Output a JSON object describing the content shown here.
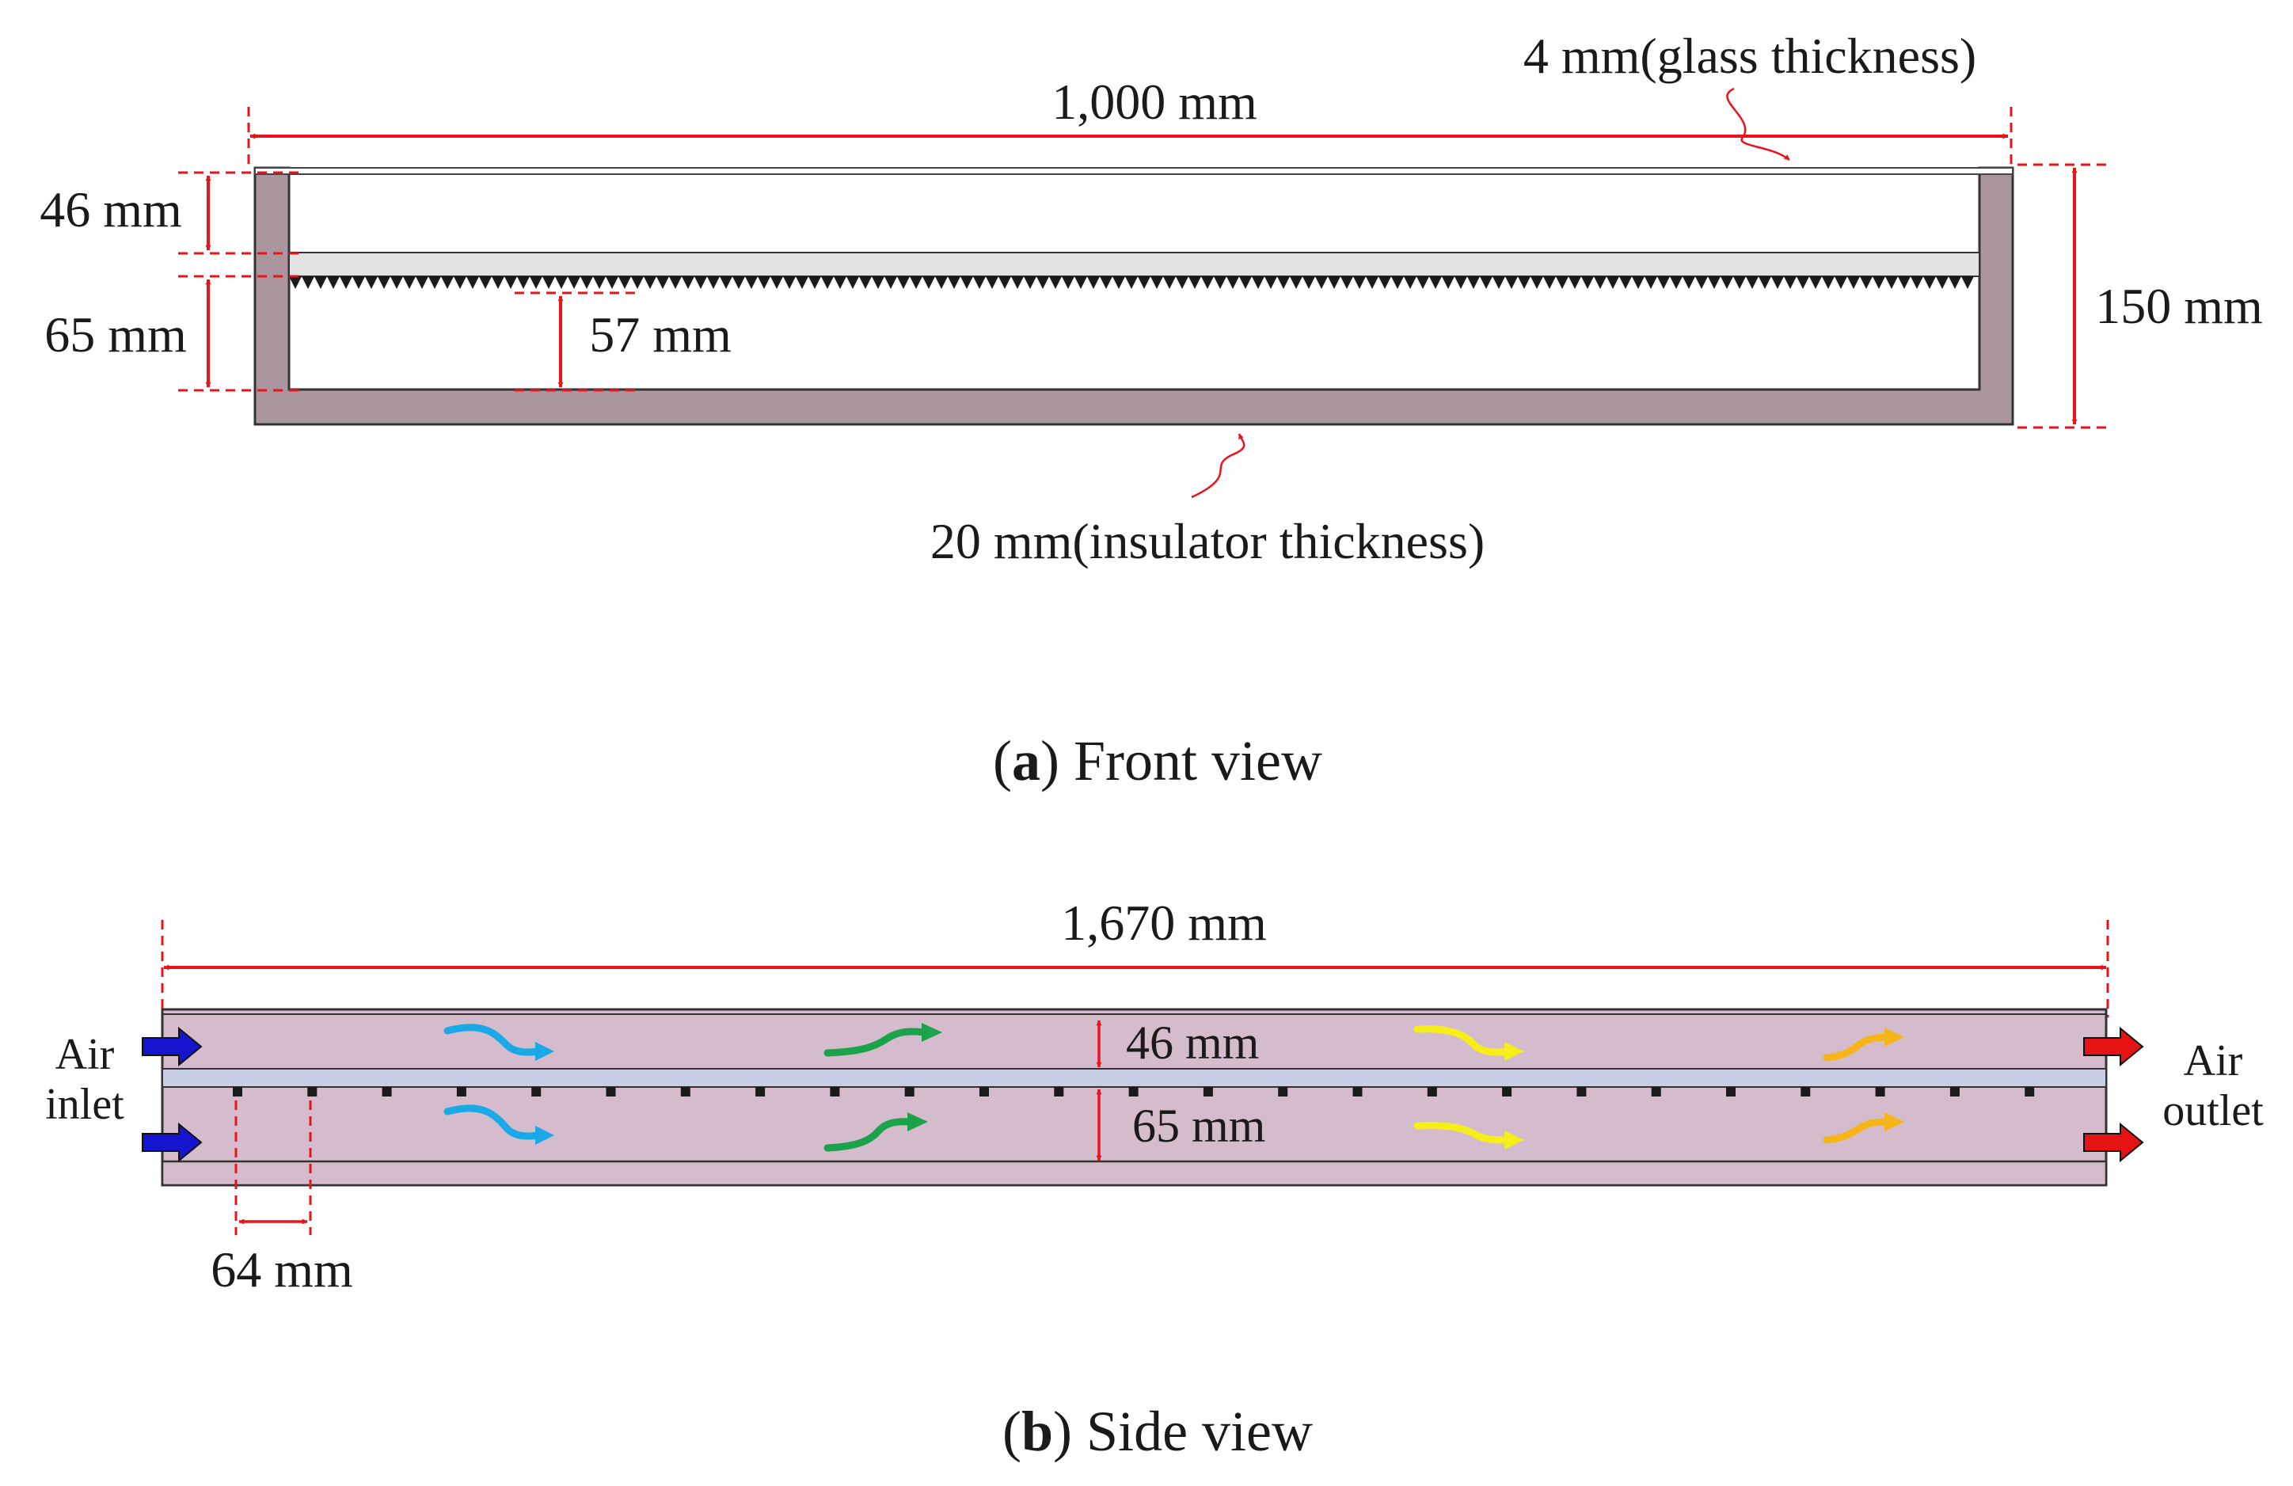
{
  "front_view": {
    "width_label": "1,000 mm",
    "glass_label": "4 mm(glass thickness)",
    "upper_gap_label": "46 mm",
    "lower_gap_label": "65 mm",
    "fin_height_label": "57 mm",
    "total_height_label": "150 mm",
    "insulator_label": "20 mm(insulator thickness)",
    "caption_letter": "a",
    "caption_text": " Front view"
  },
  "side_view": {
    "length_label": "1,670 mm",
    "upper_channel_label": "46 mm",
    "lower_channel_label": "65 mm",
    "fin_spacing_label": "64 mm",
    "inlet_label_line1": "Air",
    "inlet_label_line2": "inlet",
    "outlet_label_line1": "Air",
    "outlet_label_line2": "outlet",
    "caption_letter": "b",
    "caption_text": " Side view"
  },
  "colors": {
    "dimension": "#e8141b",
    "insulator": "#ab96a0",
    "channel": "#d5bccc",
    "absorber": "#c8cee6",
    "inlet_arrow": "#1515d0",
    "outlet_arrow": "#e51313",
    "flow_1": "#19a9e6",
    "flow_2": "#1aa34a",
    "flow_3": "#f5ee1a",
    "flow_4": "#f5b519"
  }
}
